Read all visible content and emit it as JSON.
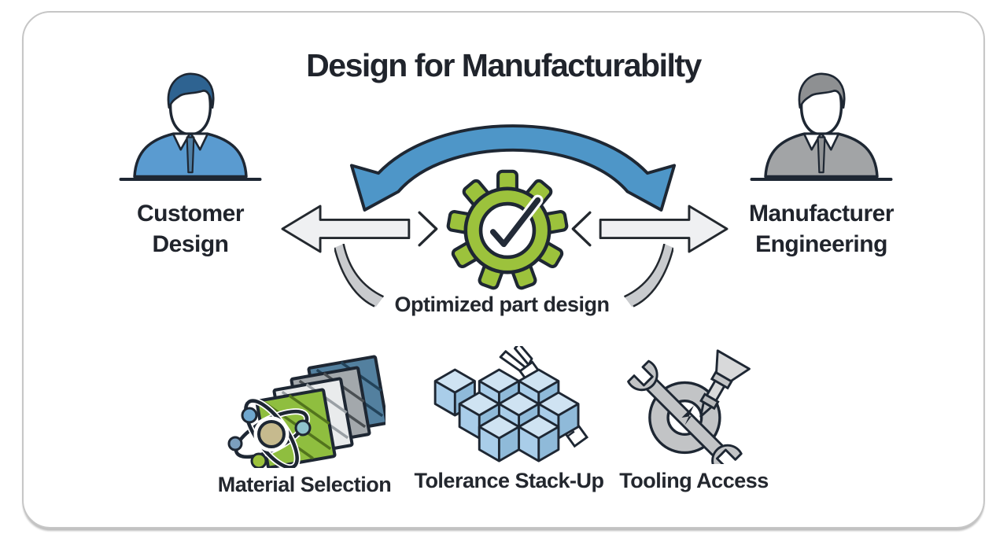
{
  "diagram": {
    "title": "Design for Manufacturabilty",
    "left_actor": {
      "line1": "Customer",
      "line2": "Design"
    },
    "right_actor": {
      "line1": "Manufacturer",
      "line2": "Engineering"
    },
    "center_label": "Optimized part design",
    "factors": [
      {
        "label": "Material Selection",
        "icon": "material-swatches-atom-icon"
      },
      {
        "label": "Tolerance Stack-Up",
        "icon": "cubes-caliper-icon"
      },
      {
        "label": "Tooling Access",
        "icon": "wrench-drill-icon"
      }
    ],
    "icons": {
      "left": "customer-person-icon",
      "right": "manufacturer-person-icon",
      "top": "exchange-arc-arrow-icon",
      "center": "gear-check-icon"
    },
    "colors": {
      "arc_blue": "#4E96C8",
      "shirt_blue": "#5A9BD0",
      "hair_blue": "#2E6391",
      "shirt_gray": "#A2A4A6",
      "hair_gray": "#8E9092",
      "gear_green": "#9CC23C",
      "outline_dark": "#1E2733",
      "arrow_gray_fill": "#EFF0F2",
      "swoosh_gray": "#C9CBCE",
      "cube_blue": "#A9CDE9",
      "frame_border": "#C6C6C6",
      "text": "#20242C"
    }
  }
}
